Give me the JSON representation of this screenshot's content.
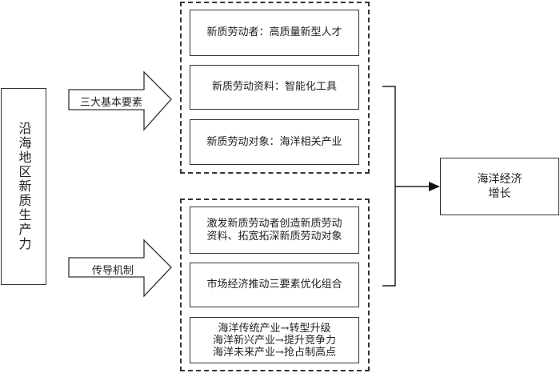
{
  "source": {
    "label": "沿海地区新质生产力"
  },
  "arrows": [
    {
      "label": "三大基本要素"
    },
    {
      "label": "传导机制"
    }
  ],
  "elements_group": {
    "items": [
      {
        "text": "新质劳动者：高质量新型人才"
      },
      {
        "text": "新质劳动资料：智能化工具"
      },
      {
        "text": "新质劳动对象：海洋相关产业"
      }
    ]
  },
  "mechanism_group": {
    "items": [
      {
        "lines": [
          "激发新质劳动者创造新质劳动",
          "资料、拓宽拓深新质劳动对象"
        ]
      },
      {
        "lines": [
          "市场经济推动三要素优化组合"
        ]
      },
      {
        "lines": [
          "海洋传统产业→转型升级",
          "海洋新兴产业→提升竞争力",
          "海洋未来产业→抢占制高点"
        ]
      }
    ]
  },
  "target": {
    "lines": [
      "海洋经济",
      "增长"
    ]
  }
}
